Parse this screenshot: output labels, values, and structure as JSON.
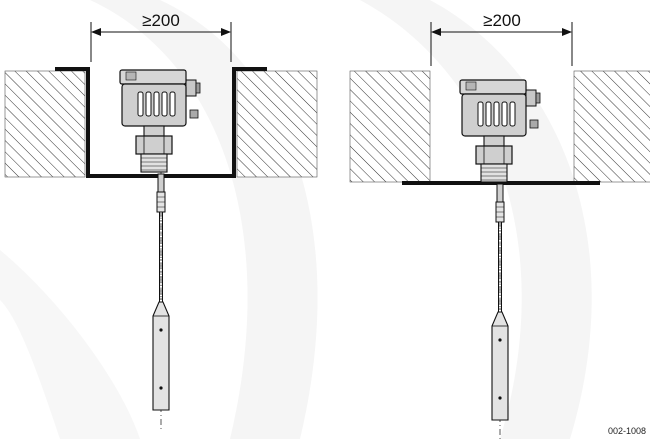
{
  "diagram": {
    "left_dimension_label": "≥200",
    "right_dimension_label": "≥200",
    "reference_code": "002-1008"
  },
  "colors": {
    "line": "#111111",
    "housing": "#d9d9d9",
    "housing_dark": "#8a8a8a",
    "hatch": "#333333",
    "watermark": "#f4f4f4"
  }
}
